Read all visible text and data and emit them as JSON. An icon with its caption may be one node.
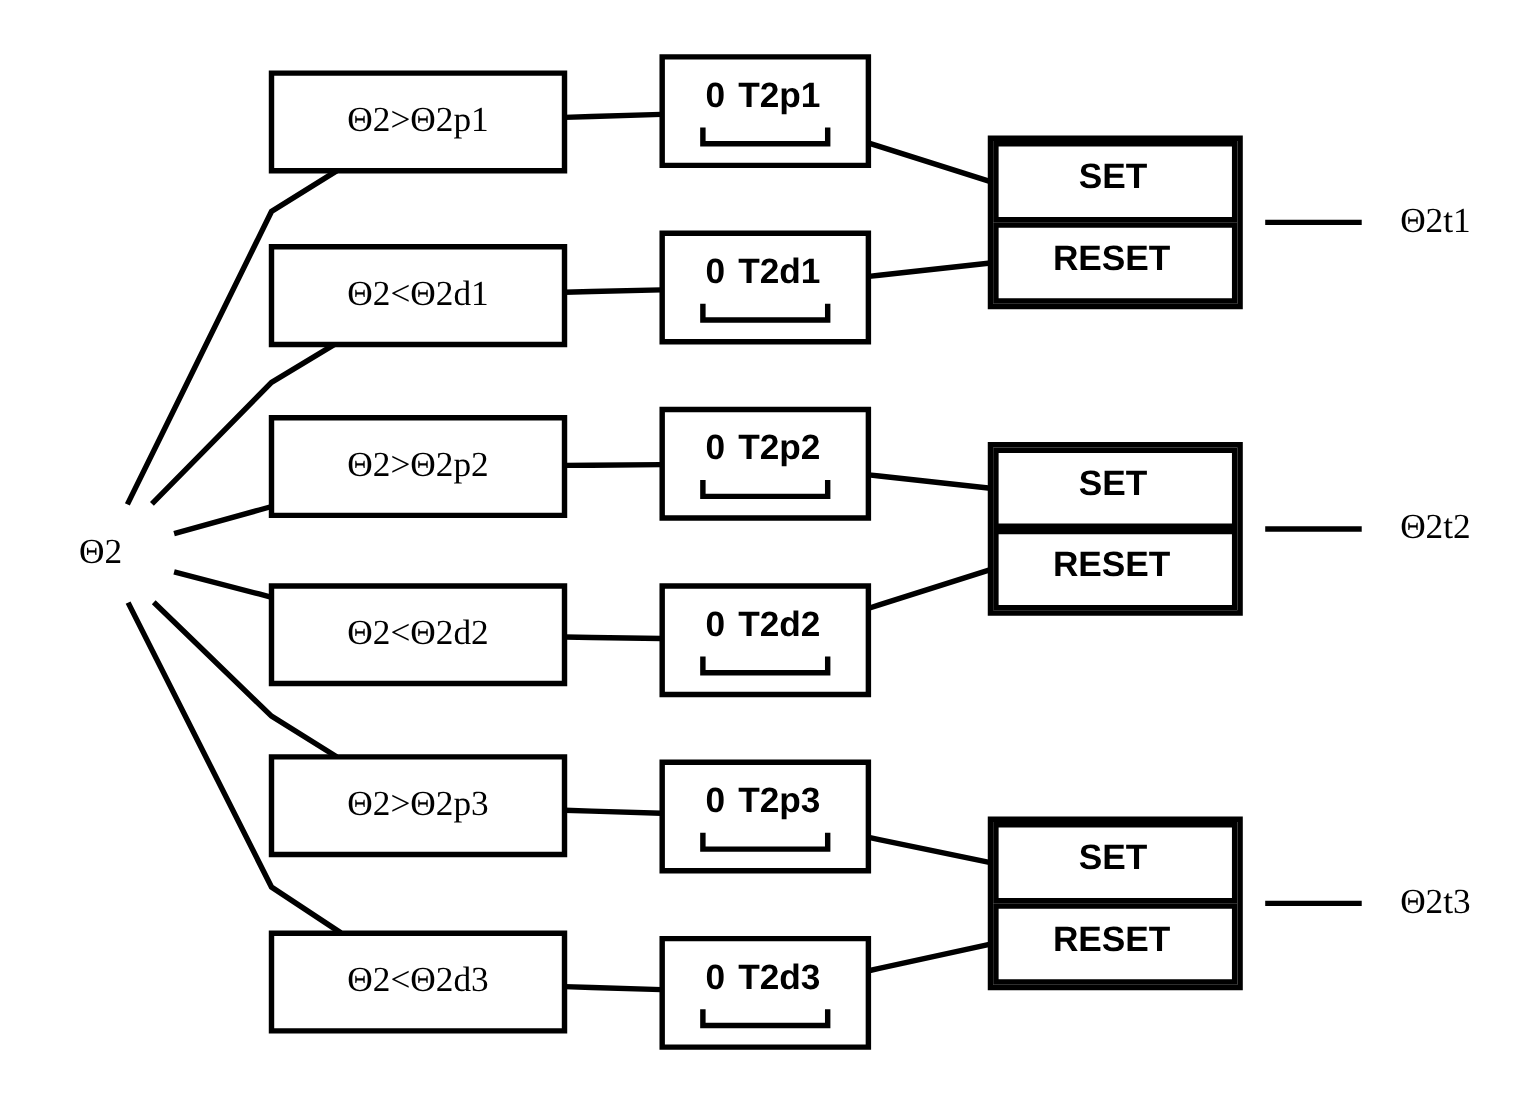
{
  "diagram": {
    "nodes": [
      {
        "text": [
          "Θ2"
        ]
      },
      {
        "text": [
          "Θ2>Θ2p1"
        ]
      },
      {
        "text": [
          "0",
          "T2p1"
        ]
      },
      {
        "text": [
          "SET",
          "RESET"
        ]
      },
      {
        "text": [
          "Θ2t1"
        ]
      },
      {
        "text": [
          "Θ2<Θ2d1"
        ]
      },
      {
        "text": [
          "0",
          "T2d1"
        ]
      },
      {
        "text": [
          "Θ2>Θ2p2"
        ]
      },
      {
        "text": [
          "0",
          "T2p2"
        ]
      },
      {
        "text": [
          "SET",
          "RESET"
        ]
      },
      {
        "text": [
          "Θ2t2"
        ]
      },
      {
        "text": [
          "Θ2<Θ2d2"
        ]
      },
      {
        "text": [
          "0",
          "T2d2"
        ]
      },
      {
        "text": [
          "Θ2>Θ2p3"
        ]
      },
      {
        "text": [
          "0",
          "T2p3"
        ]
      },
      {
        "text": [
          "SET",
          "RESET"
        ]
      },
      {
        "text": [
          "Θ2t3"
        ]
      },
      {
        "text": [
          "Θ2<Θ2d3"
        ]
      },
      {
        "text": [
          "0",
          "T2d3"
        ]
      }
    ],
    "edges": [
      {
        "from": 0,
        "to": 1,
        "arrow": "none"
      },
      {
        "from": 0,
        "to": 5,
        "arrow": "none"
      },
      {
        "from": 0,
        "to": 7,
        "arrow": "none"
      },
      {
        "from": 0,
        "to": 11,
        "arrow": "none"
      },
      {
        "from": 0,
        "to": 13,
        "arrow": "none"
      },
      {
        "from": 0,
        "to": 17,
        "arrow": "none"
      },
      {
        "from": 1,
        "to": 2,
        "arrow": "none"
      },
      {
        "from": 5,
        "to": 6,
        "arrow": "none"
      },
      {
        "from": 2,
        "to": 3,
        "arrow": "none"
      },
      {
        "from": 6,
        "to": 3,
        "arrow": "none"
      },
      {
        "from": 3,
        "to": 4,
        "arrow": "none"
      },
      {
        "from": 7,
        "to": 8,
        "arrow": "none"
      },
      {
        "from": 11,
        "to": 12,
        "arrow": "none"
      },
      {
        "from": 8,
        "to": 9,
        "arrow": "none"
      },
      {
        "from": 12,
        "to": 9,
        "arrow": "none"
      },
      {
        "from": 9,
        "to": 10,
        "arrow": "none"
      },
      {
        "from": 13,
        "to": 14,
        "arrow": "none"
      },
      {
        "from": 17,
        "to": 18,
        "arrow": "none"
      },
      {
        "from": 14,
        "to": 15,
        "arrow": "none"
      },
      {
        "from": 18,
        "to": 15,
        "arrow": "none"
      },
      {
        "from": 15,
        "to": 16,
        "arrow": "none"
      }
    ]
  }
}
